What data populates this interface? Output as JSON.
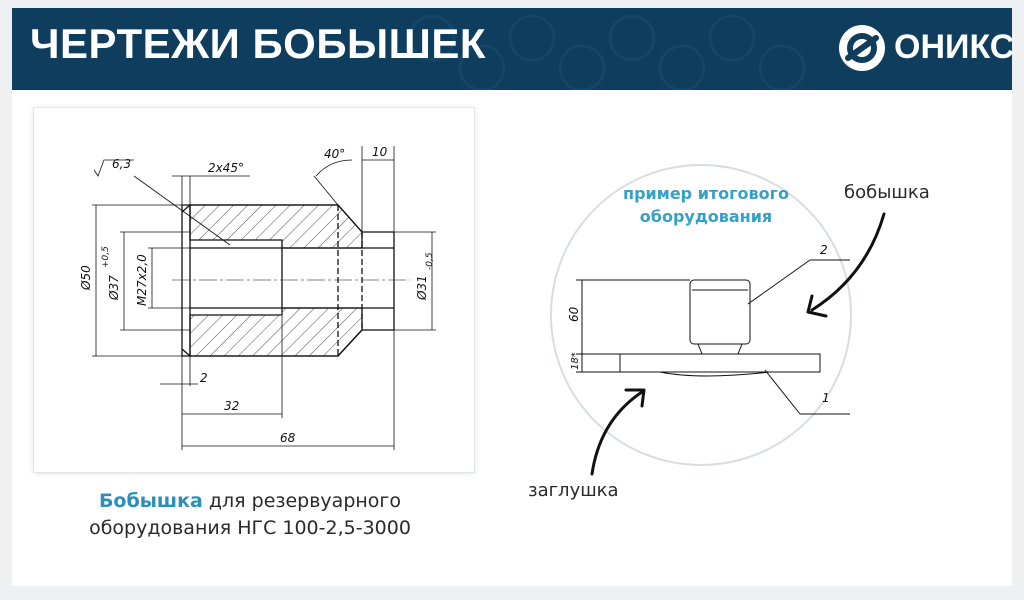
{
  "header": {
    "title": "ЧЕРТЕЖИ БОБЫШЕК",
    "logo_text": "ОНИКС",
    "logo_icon": "onyx-logo-icon",
    "bg_color": "#0e3d5d"
  },
  "drawing": {
    "roughness": "6,3",
    "chamfer": "2x45°",
    "angle": "40°",
    "dim_10": "10",
    "dia_50": "Ø50",
    "dia_37": "Ø37",
    "dia_37_tol": "+0,5",
    "thread": "М27х2,0",
    "dia_31": "Ø31",
    "dia_31_tol": "-0,5",
    "dim_2": "2",
    "dim_32": "32",
    "dim_68": "68"
  },
  "caption": {
    "highlight": "Бобышка",
    "rest_line1": " для резервуарного",
    "line2": "оборудования НГС 100-2,5-3000",
    "accent_color": "#2b8fb8"
  },
  "example": {
    "label": "пример итогового оборудования",
    "dim_60": "60",
    "dim_18": "18*",
    "pos_1": "1",
    "pos_2": "2",
    "accent_color": "#35a1c7"
  },
  "callouts": {
    "boss": "бобышка",
    "plug": "заглушка"
  }
}
